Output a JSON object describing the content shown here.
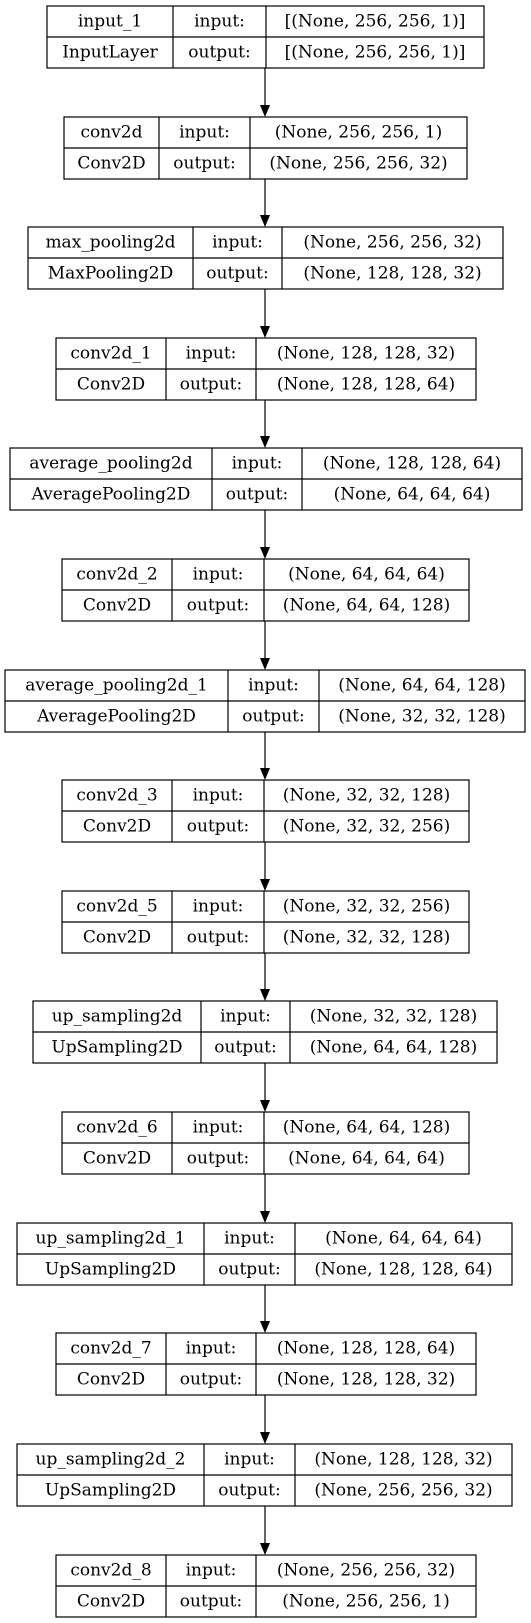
{
  "labels": {
    "input": "input:",
    "output": "output:"
  },
  "nodes": [
    {
      "name": "input_1",
      "type": "InputLayer",
      "input": "[(None, 256, 256, 1)]",
      "output": "[(None, 256, 256, 1)]"
    },
    {
      "name": "conv2d",
      "type": "Conv2D",
      "input": "(None, 256, 256, 1)",
      "output": "(None, 256, 256, 32)"
    },
    {
      "name": "max_pooling2d",
      "type": "MaxPooling2D",
      "input": "(None, 256, 256, 32)",
      "output": "(None, 128, 128, 32)"
    },
    {
      "name": "conv2d_1",
      "type": "Conv2D",
      "input": "(None, 128, 128, 32)",
      "output": "(None, 128, 128, 64)"
    },
    {
      "name": "average_pooling2d",
      "type": "AveragePooling2D",
      "input": "(None, 128, 128, 64)",
      "output": "(None, 64, 64, 64)"
    },
    {
      "name": "conv2d_2",
      "type": "Conv2D",
      "input": "(None, 64, 64, 64)",
      "output": "(None, 64, 64, 128)"
    },
    {
      "name": "average_pooling2d_1",
      "type": "AveragePooling2D",
      "input": "(None, 64, 64, 128)",
      "output": "(None, 32, 32, 128)"
    },
    {
      "name": "conv2d_3",
      "type": "Conv2D",
      "input": "(None, 32, 32, 128)",
      "output": "(None, 32, 32, 256)"
    },
    {
      "name": "conv2d_5",
      "type": "Conv2D",
      "input": "(None, 32, 32, 256)",
      "output": "(None, 32, 32, 128)"
    },
    {
      "name": "up_sampling2d",
      "type": "UpSampling2D",
      "input": "(None, 32, 32, 128)",
      "output": "(None, 64, 64, 128)"
    },
    {
      "name": "conv2d_6",
      "type": "Conv2D",
      "input": "(None, 64, 64, 128)",
      "output": "(None, 64, 64, 64)"
    },
    {
      "name": "up_sampling2d_1",
      "type": "UpSampling2D",
      "input": "(None, 64, 64, 64)",
      "output": "(None, 128, 128, 64)"
    },
    {
      "name": "conv2d_7",
      "type": "Conv2D",
      "input": "(None, 128, 128, 64)",
      "output": "(None, 128, 128, 32)"
    },
    {
      "name": "up_sampling2d_2",
      "type": "UpSampling2D",
      "input": "(None, 128, 128, 32)",
      "output": "(None, 256, 256, 32)"
    },
    {
      "name": "conv2d_8",
      "type": "Conv2D",
      "input": "(None, 256, 256, 32)",
      "output": "(None, 256, 256, 1)"
    }
  ]
}
